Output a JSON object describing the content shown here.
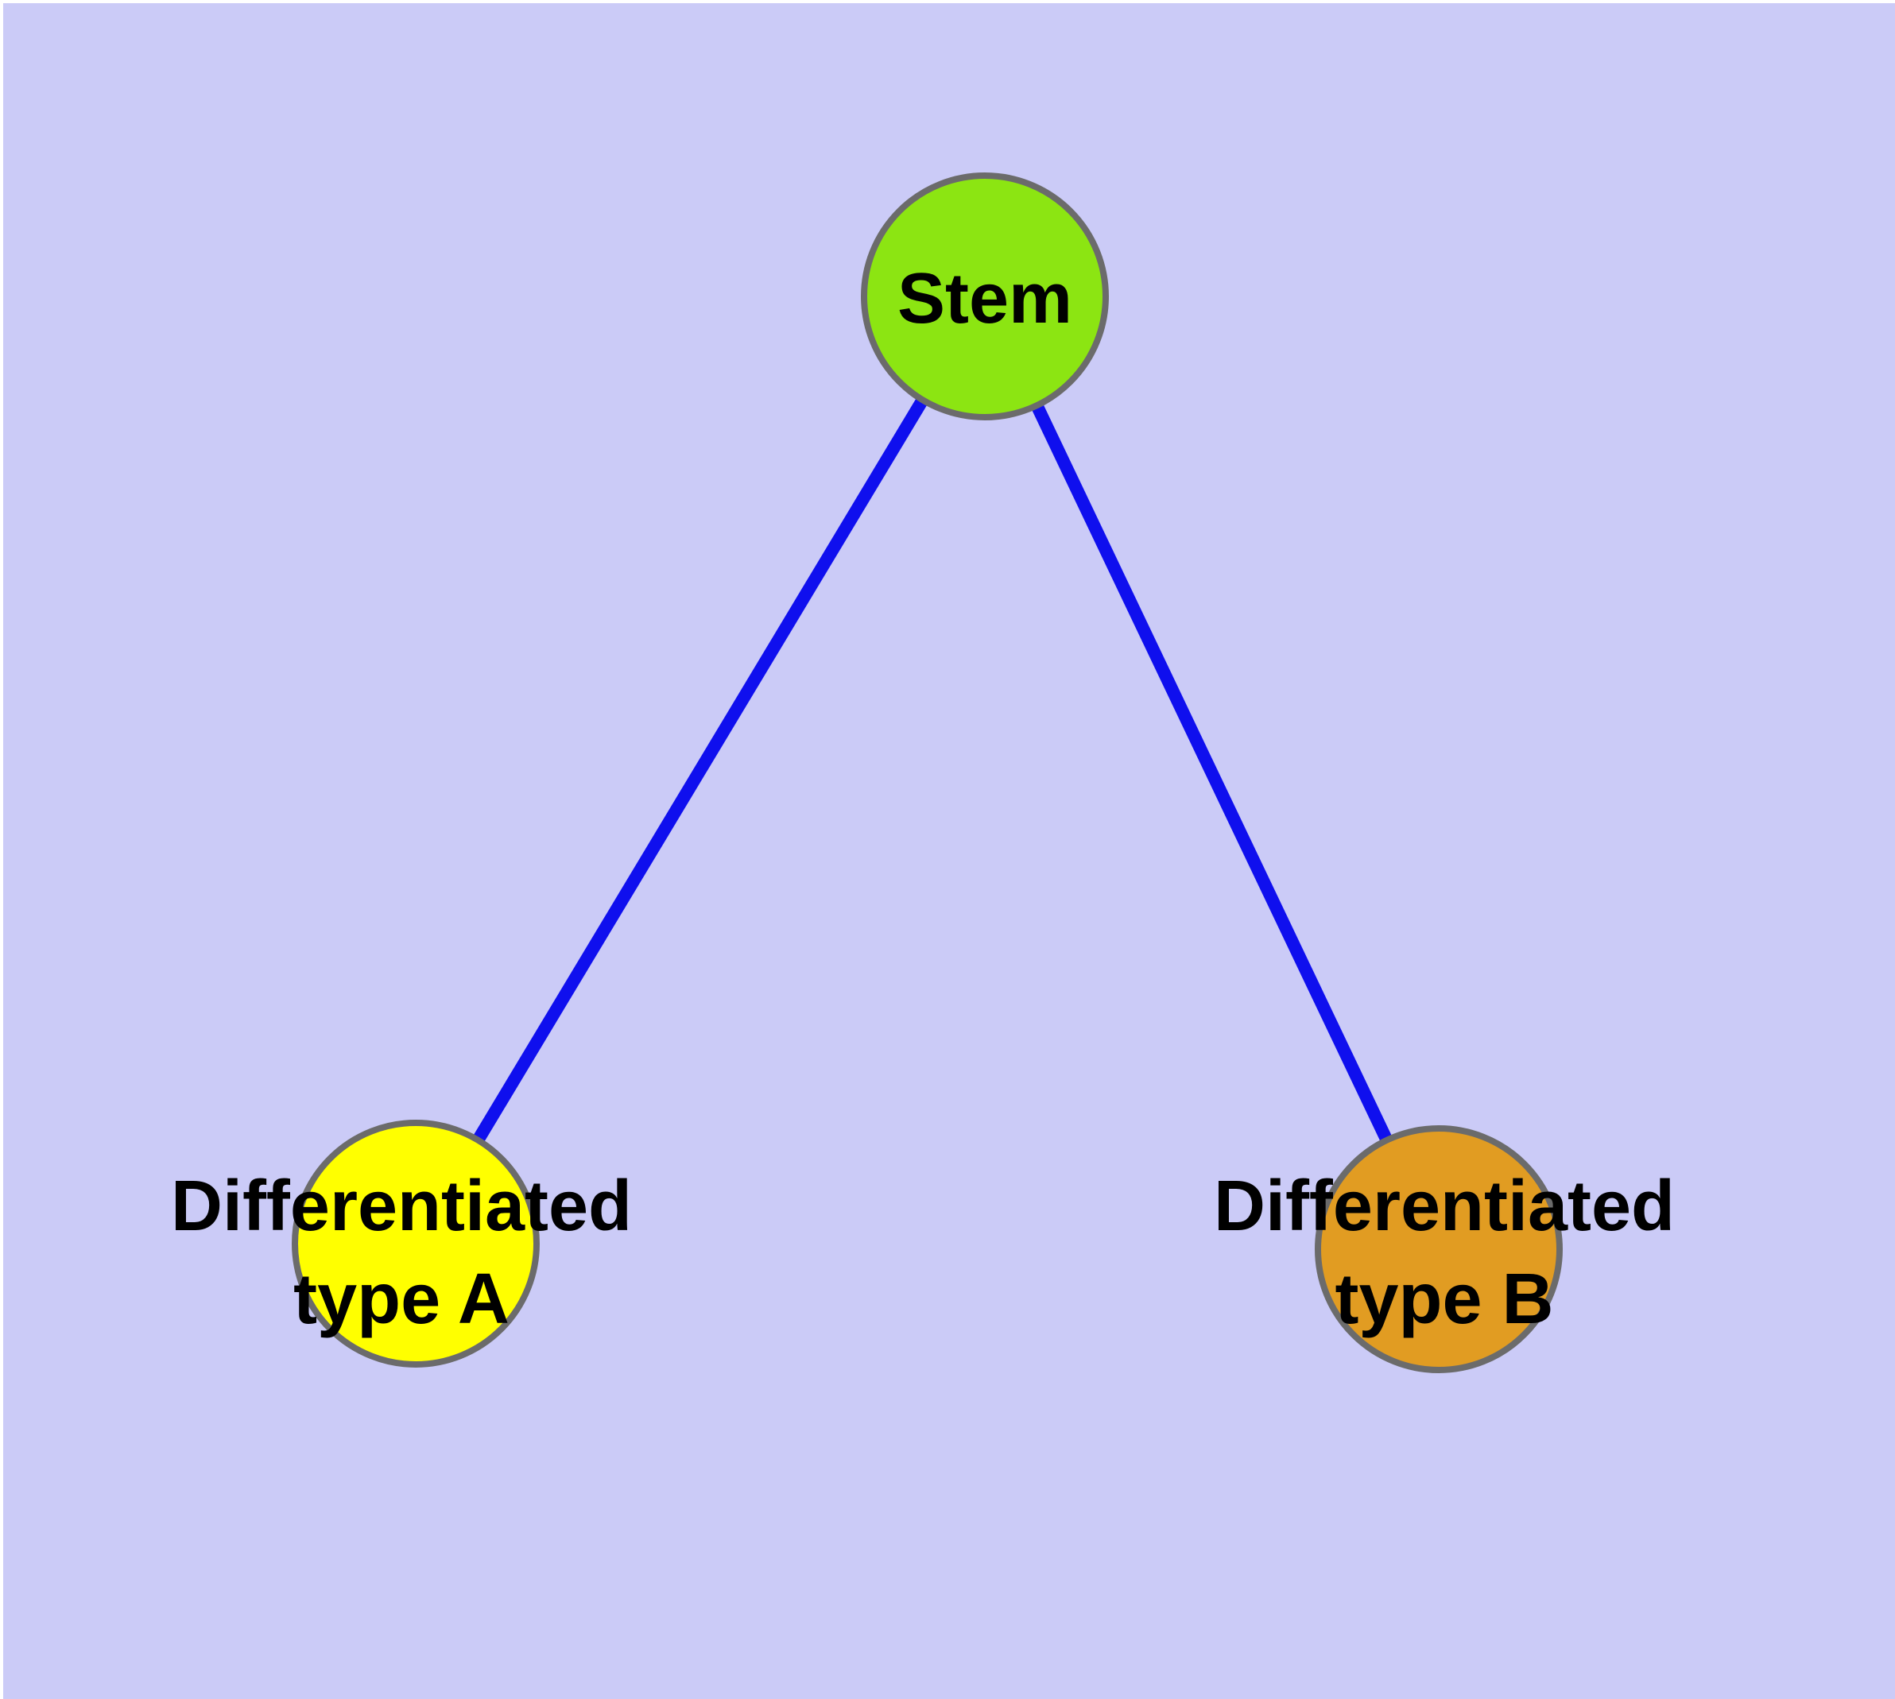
{
  "figure": {
    "background_color": "#CBCBF7",
    "frame_color": "#FFFFFF",
    "edge_color": "#0F0FEE",
    "node_border_color": "#6B6B6B",
    "label_color": "#000000",
    "nodes": [
      {
        "id": "stem",
        "label": "Stem",
        "fill": "#8CE512"
      },
      {
        "id": "differentiated-type-a",
        "label_line1": "Differentiated",
        "label_line2": "type A",
        "fill": "#FFFF00"
      },
      {
        "id": "differentiated-type-b",
        "label_line1": "Differentiated",
        "label_line2": "type B",
        "fill": "#E19C22"
      }
    ],
    "edges": [
      {
        "from": "stem",
        "to": "differentiated-type-a"
      },
      {
        "from": "stem",
        "to": "differentiated-type-b"
      }
    ]
  }
}
